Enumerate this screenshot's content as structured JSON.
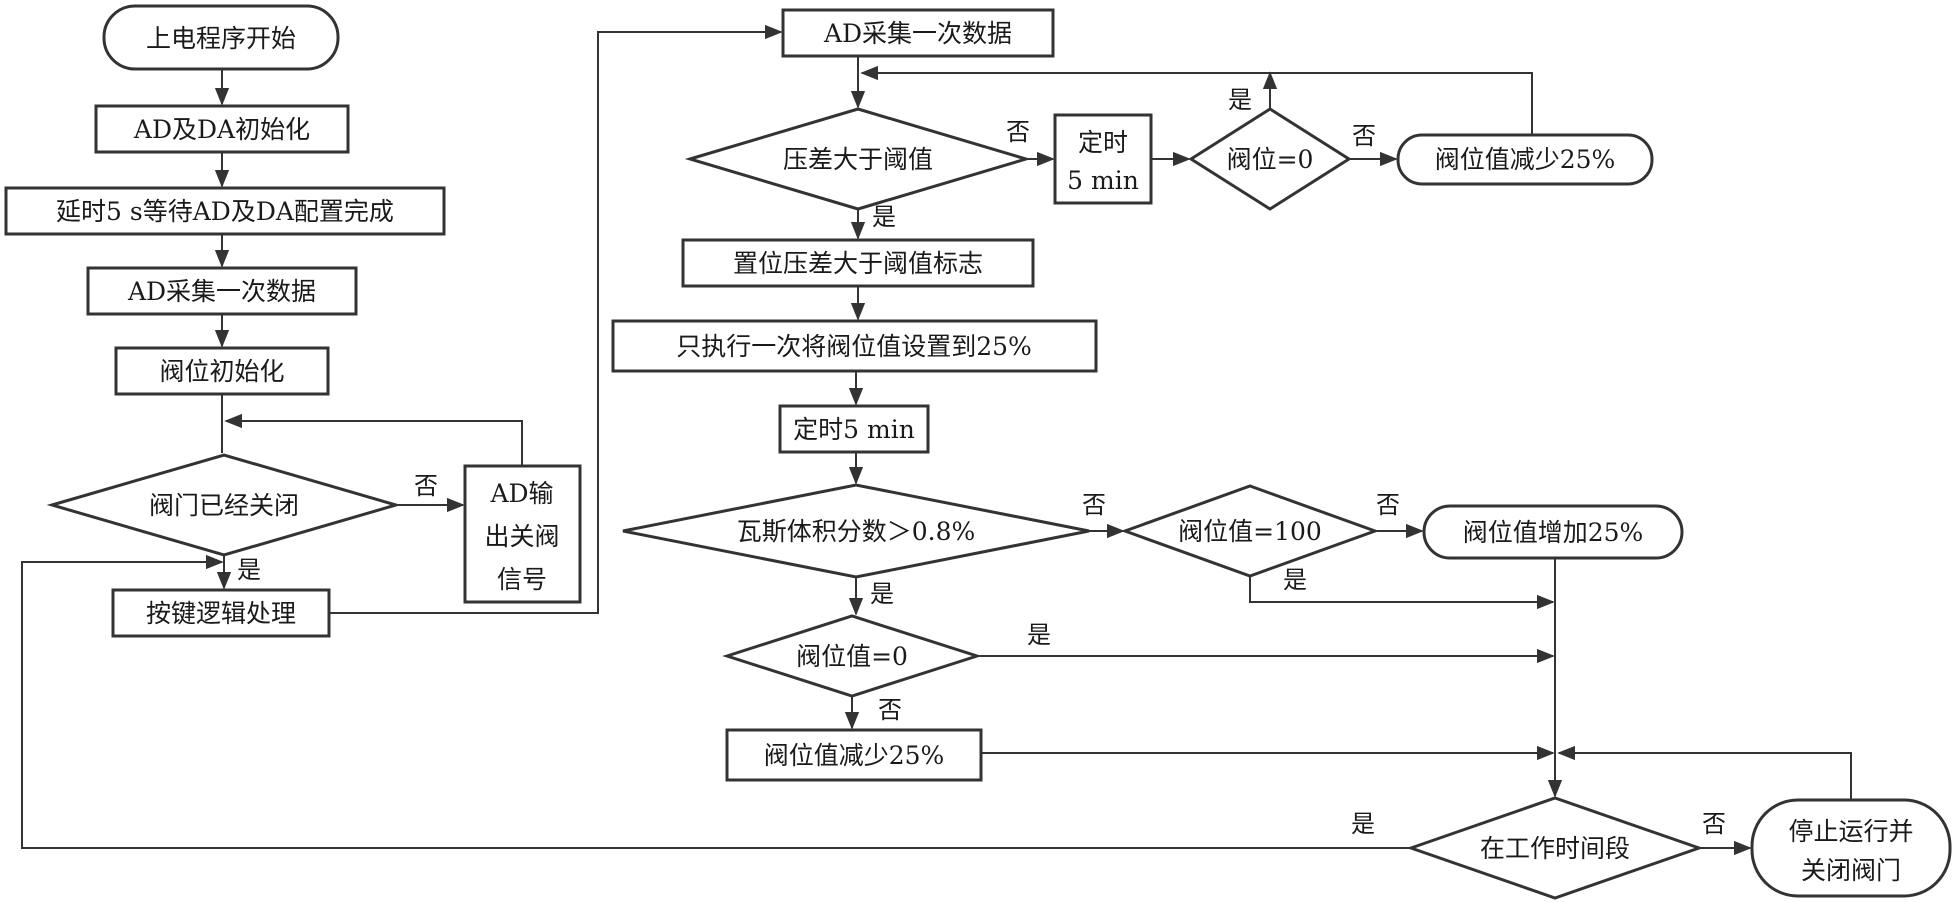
{
  "nodes": {
    "start": "上电程序开始",
    "init_adda": "AD及DA初始化",
    "delay_5s": "延时5 s等待AD及DA配置完成",
    "sample1": "AD采集一次数据",
    "valve_init": "阀位初始化",
    "valve_closed_q": "阀门已经关闭",
    "ad_output": [
      "AD输",
      "出关阀",
      "信号"
    ],
    "key_logic": "按键逻辑处理",
    "sample2": "AD采集一次数据",
    "pressure_q": "压差大于阈值",
    "timer_a": [
      "定时",
      "5 min"
    ],
    "valve_zero_q1": "阀位=0",
    "valve_dec_a": "阀位值减少25%",
    "set_flag": "置位压差大于阈值标志",
    "set_once": "只执行一次将阀位值设置到25%",
    "timer_b": "定时5 min",
    "gas_q": "瓦斯体积分数＞0.8%",
    "valve_100_q": "阀位值=100",
    "valve_inc": "阀位值增加25%",
    "valve_zero_q2": "阀位值=0",
    "valve_dec_b": "阀位值减少25%",
    "work_period_q": "在工作时间段",
    "stop": [
      "停止运行并",
      "关闭阀门"
    ]
  },
  "edge_labels": {
    "yes": "是",
    "no": "否"
  }
}
